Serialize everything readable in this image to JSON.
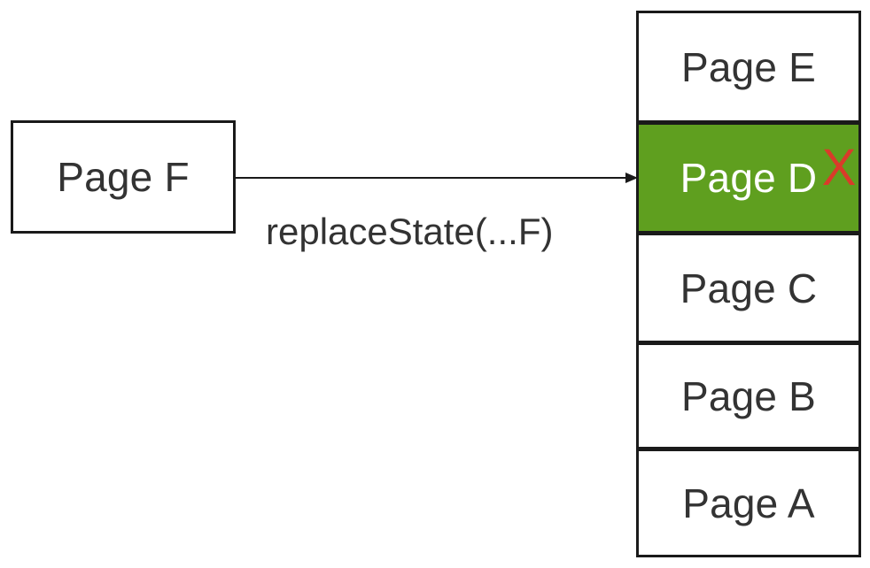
{
  "source": {
    "label": "Page F"
  },
  "edge": {
    "label": "replaceState(...F)"
  },
  "stack": {
    "items": [
      {
        "label": "Page E",
        "highlighted": false
      },
      {
        "label": "Page D",
        "highlighted": true
      },
      {
        "label": "Page C",
        "highlighted": false
      },
      {
        "label": "Page B",
        "highlighted": false
      },
      {
        "label": "Page A",
        "highlighted": false
      }
    ],
    "removed_mark": "X"
  },
  "colors": {
    "highlight_fill": "#5f9f1f",
    "border": "#1a1a1a",
    "text": "#333333",
    "highlight_text": "#ffffff",
    "removed_mark": "#d93b2a",
    "arrow": "#1a1a1a"
  }
}
